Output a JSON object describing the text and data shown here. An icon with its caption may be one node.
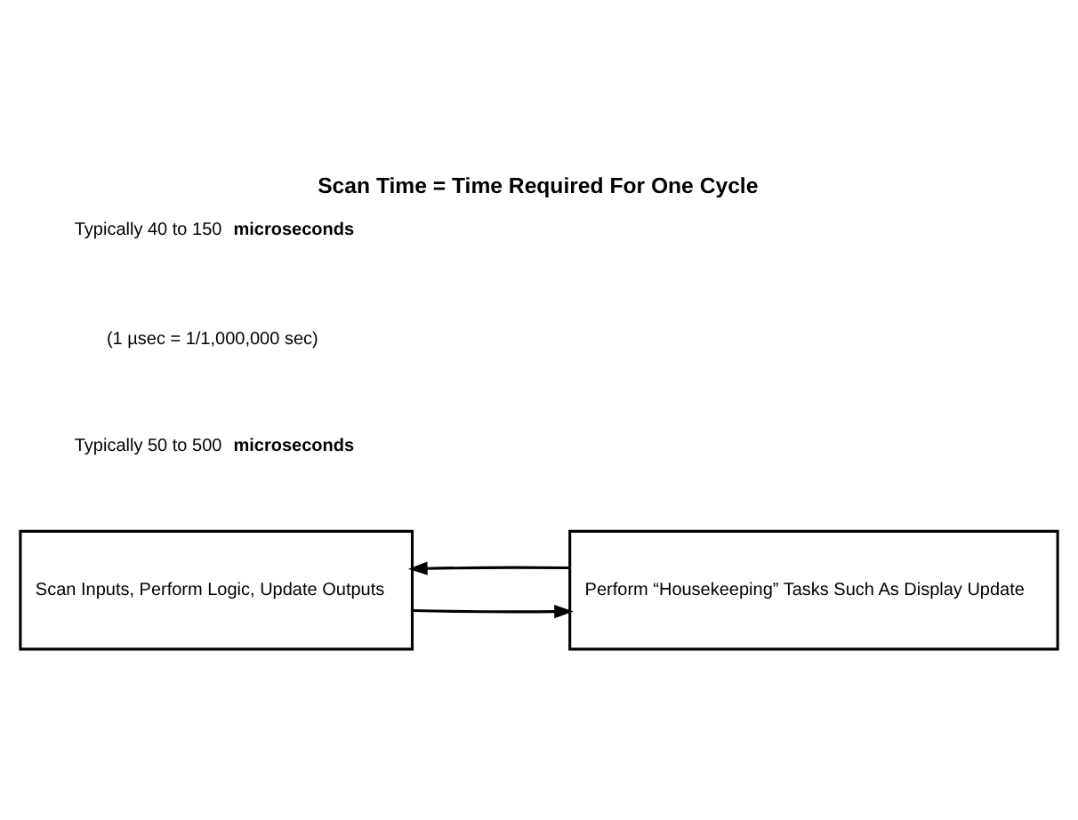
{
  "diagram": {
    "title": "Scan Time = Time Required For One Cycle",
    "nodes": [
      {
        "text": [
          "Scan Inputs, Perform Logic, Update Outputs"
        ]
      },
      {
        "text": [
          "Perform “Housekeeping” Tasks Such As Display Update"
        ]
      }
    ],
    "edges": [
      {
        "from": 0,
        "to": 1,
        "arrow": "to"
      },
      {
        "from": 1,
        "to": 0,
        "arrow": "to"
      }
    ],
    "labels": [
      "Typically 50 to 500 **microseconds**",
      "(1 µsec = 1/1,000,000 sec)",
      "Typically 40 to 150 **microseconds**"
    ]
  }
}
